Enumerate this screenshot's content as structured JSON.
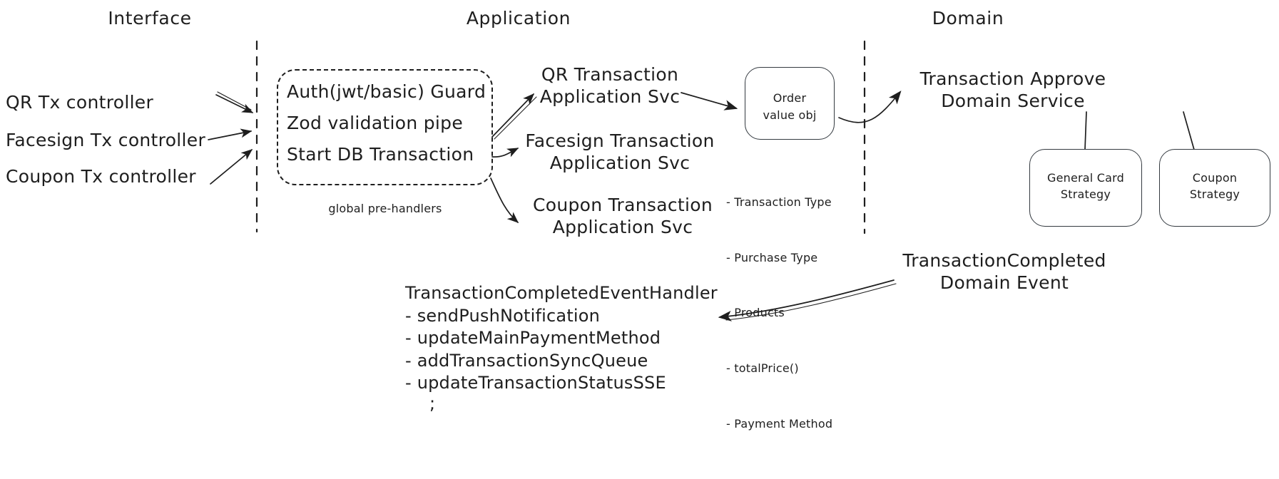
{
  "diagram": {
    "title": "DDD layered transaction architecture (hand-drawn whiteboard)",
    "style": "hand-drawn excalidraw sketch, black ink on white",
    "stroke_color": "#1e1e1e",
    "background_color": "#ffffff"
  },
  "lanes": [
    {
      "name": "interface",
      "title": "Interface"
    },
    {
      "name": "application",
      "title": "Application"
    },
    {
      "name": "domain",
      "title": "Domain"
    }
  ],
  "interface": {
    "controllers": [
      {
        "label": "QR Tx controller"
      },
      {
        "label": "Facesign Tx controller"
      },
      {
        "label": "Coupon Tx controller"
      }
    ]
  },
  "application": {
    "pre_handler_box": {
      "items": [
        "Auth(jwt/basic) Guard",
        "Zod validation pipe",
        "Start DB Transaction"
      ],
      "caption": "global pre-handlers"
    },
    "services": [
      {
        "line1": "QR Transaction",
        "line2": "Application Svc"
      },
      {
        "line1": "Facesign Transaction",
        "line2": "Application Svc"
      },
      {
        "line1": "Coupon Transaction",
        "line2": "Application Svc"
      }
    ],
    "value_object": {
      "line1": "Order",
      "line2": "value obj",
      "fields": [
        "- Transaction Type",
        "- Purchase Type",
        "- Products",
        "- totalPrice()",
        "- Payment Method"
      ]
    }
  },
  "domain": {
    "service": {
      "line1": "Transaction Approve",
      "line2": "Domain Service"
    },
    "strategies": [
      {
        "line1": "General Card",
        "line2": "Strategy"
      },
      {
        "line1": "Coupon",
        "line2": "Strategy"
      }
    ],
    "event": {
      "line1": "TransactionCompleted",
      "line2": "Domain Event"
    }
  },
  "event_handler": {
    "title": "TransactionCompletedEventHandler",
    "items": [
      "- sendPushNotification",
      "- updateMainPaymentMethod",
      "- addTransactionSyncQueue",
      "- updateTransactionStatusSSE"
    ],
    "continuation": ";"
  }
}
